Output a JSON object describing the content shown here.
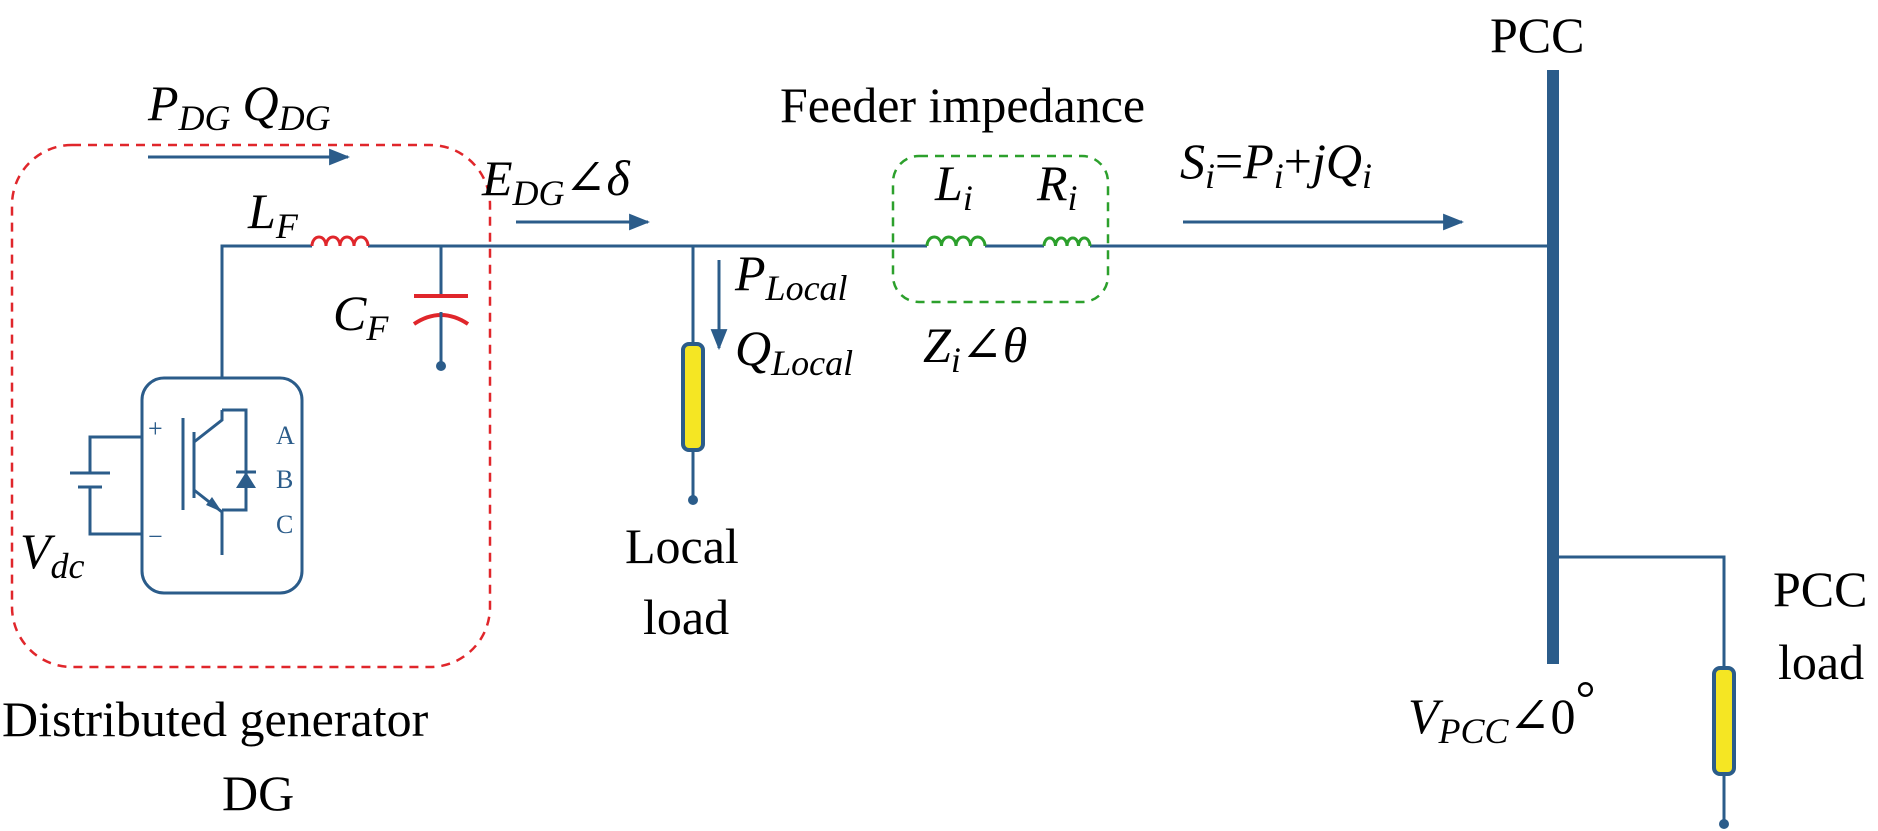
{
  "labels": {
    "pcc_top": "PCC",
    "feeder_impedance": "Feeder impedance",
    "local_load_l1": "Local",
    "local_load_l2": "load",
    "pcc_load_l1": "PCC",
    "pcc_load_l2": "load",
    "dg_l1": "Distributed generator",
    "dg_l2": "DG"
  },
  "math": {
    "p_dg": {
      "base": "P",
      "sub": "DG"
    },
    "q_dg": {
      "base": "Q",
      "sub": "DG"
    },
    "l_f": {
      "base": "L",
      "sub": "F"
    },
    "c_f": {
      "base": "C",
      "sub": "F"
    },
    "e_dg": {
      "base": "E",
      "sub": "DG",
      "angle": "∠",
      "sym": "δ"
    },
    "p_local": {
      "base": "P",
      "sub": "Local"
    },
    "q_local": {
      "base": "Q",
      "sub": "Local"
    },
    "l_i": {
      "base": "L",
      "sub": "i"
    },
    "r_i": {
      "base": "R",
      "sub": "i"
    },
    "z_i": {
      "base": "Z",
      "sub": "i",
      "angle": "∠",
      "sym": "θ"
    },
    "s_i": {
      "s": "S",
      "si": "i",
      "eq": "=",
      "p": "P",
      "pi": "i",
      "plus": "+",
      "jq": "jQ",
      "qi": "i"
    },
    "v_pcc": {
      "base": "V",
      "sub": "PCC",
      "angle": "∠",
      "val": "0",
      "deg": "°"
    },
    "v_dc": {
      "base": "V",
      "sub": "dc"
    }
  },
  "inverter": {
    "plus": "+",
    "minus": "−",
    "phases": [
      "A",
      "B",
      "C"
    ]
  },
  "colors": {
    "wire": "#2b5c8a",
    "dg_box": "#e0262b",
    "feeder_box": "#2ca02c",
    "load_fill": "#f5e623",
    "inductor_lf": "#e0262b",
    "capacitor": "#e0262b",
    "inductor_feeder": "#2ca02c"
  }
}
